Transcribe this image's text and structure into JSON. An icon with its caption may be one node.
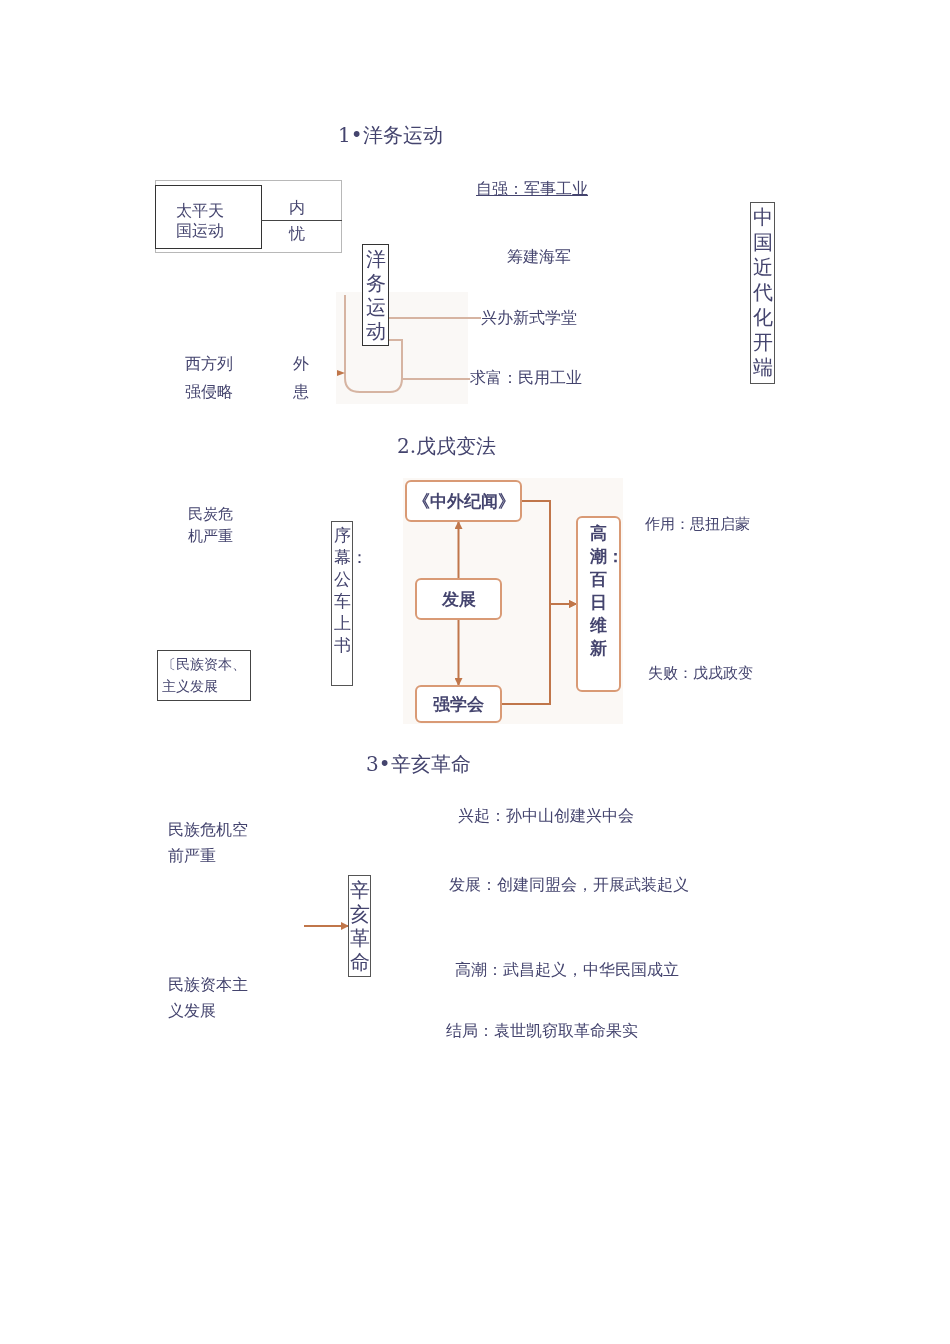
{
  "diagram": {
    "nodes": [
      {
        "text": [
          "内忧"
        ]
      },
      {
        "text": [
          "太平天国运动"
        ],
        "in": 0
      },
      {
        "text": [
          "洋务运动"
        ]
      },
      {
        "text": [
          "兴办新式学堂"
        ]
      },
      {
        "text": [
          "求富：民用工业"
        ]
      },
      {
        "text": [
          "中国近代化开端"
        ]
      },
      {
        "text": [
          "《中外纪闻》"
        ]
      },
      {
        "text": [
          "序幕：公车上书"
        ]
      },
      {
        "text": [
          "高潮：百日维新"
        ]
      },
      {
        "text": [
          "发展"
        ]
      },
      {
        "text": [
          "〔民族资本、主义发展"
        ]
      },
      {
        "text": [
          "强学会"
        ]
      },
      {
        "text": [
          "辛亥革命"
        ]
      }
    ],
    "edges": [
      {
        "from": 2,
        "to": 3,
        "arrow": "none",
        "color": "#d6b4a2"
      },
      {
        "from": 2,
        "to": 4,
        "arrow": "none",
        "color": "#d6b4a2"
      },
      {
        "from": 9,
        "to": 6,
        "arrow": "to"
      },
      {
        "from": 9,
        "to": 11,
        "arrow": "to"
      },
      {
        "from": 6,
        "to": 8,
        "arrow": "to"
      },
      {
        "from": 11,
        "to": 8,
        "arrow": "to"
      },
      {
        "from": null,
        "to": 12,
        "arrow": "to"
      }
    ],
    "labels": [
      "1•洋务运动",
      "自强：军事工业",
      "筹建海军",
      "西方列强侵略",
      "外患",
      "2.戊戌变法",
      "民炭危机严重",
      "作用：思扭启蒙",
      "失败：戊戌政变",
      "3•辛亥革命",
      "兴起：孙中山创建兴中会",
      "民族危机空前严重",
      "发展：创建同盟会，开展武装起义",
      "高潮：武昌起义，中华民国成立",
      "民族资本主义发展",
      "结局：袁世凯窃取革命果实"
    ]
  }
}
